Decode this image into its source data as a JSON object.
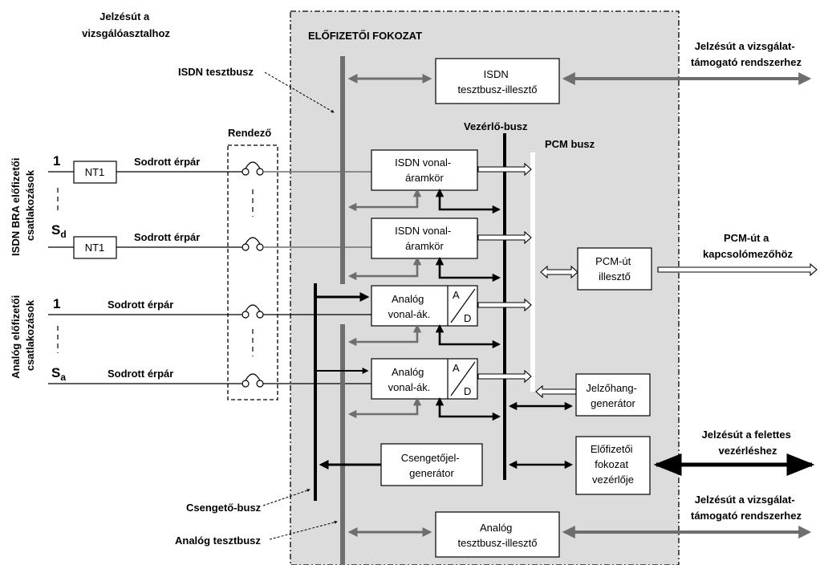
{
  "title": "ELŐFIZETŐI FOKOZAT",
  "labels": {
    "signal_to_test_desk": [
      "Jelzésút a",
      "vizsgálóasztalhoz"
    ],
    "isdn_testbus": "ISDN tesztbusz",
    "rendezo": "Rendező",
    "control_bus": "Vezérlő-busz",
    "pcm_bus": "PCM busz",
    "ringing_bus": "Csengető-busz",
    "analog_testbus": "Analóg tesztbusz",
    "isdn_subscribers": [
      "ISDN BRA előfizetői",
      "csatlakozások"
    ],
    "analog_subscribers": [
      "Analóg előfizetői",
      "csatlakozások"
    ]
  },
  "lines": [
    {
      "number": "1",
      "nt": "NT1",
      "pair": "Sodrott érpár"
    },
    {
      "number": "S",
      "sub": "d",
      "nt": "NT1",
      "pair": "Sodrott érpár"
    },
    {
      "number": "1",
      "pair": "Sodrott érpár"
    },
    {
      "number": "S",
      "sub": "a",
      "pair": "Sodrott érpár"
    }
  ],
  "blocks": {
    "isdn_test_adapter": [
      "ISDN",
      "tesztbusz-illesztő"
    ],
    "isdn_line_1": [
      "ISDN vonal-",
      "áramkör"
    ],
    "isdn_line_2": [
      "ISDN vonal-",
      "áramkör"
    ],
    "analog_line_1": [
      "Analóg",
      "vonal-ák."
    ],
    "analog_line_2": [
      "Analóg",
      "vonal-ák."
    ],
    "ad_top": "A",
    "ad_bottom": "D",
    "pcm_adapter": [
      "PCM-út",
      "illesztő"
    ],
    "tone_generator": [
      "Jelzőhang-",
      "generátor"
    ],
    "ring_generator": [
      "Csengetőjel-",
      "generátor"
    ],
    "subscriber_controller": [
      "Előfizetői",
      "fokozat",
      "vezérlője"
    ],
    "analog_test_adapter": [
      "Analóg",
      "tesztbusz-illesztő"
    ]
  },
  "outputs": {
    "test_support_top": [
      "Jelzésút a vizsgálat-",
      "támogató rendszerhez"
    ],
    "pcm_switch": [
      "PCM-út a",
      "kapcsolómezőhöz"
    ],
    "higher_control": [
      "Jelzésút a felettes",
      "vezérléshez"
    ],
    "test_support_bottom": [
      "Jelzésút a vizsgálat-",
      "támogató rendszerhez"
    ]
  },
  "colors": {
    "stage_background": "#dcdcdc",
    "gray_bus": "#6e6e6e",
    "black": "#000000"
  }
}
